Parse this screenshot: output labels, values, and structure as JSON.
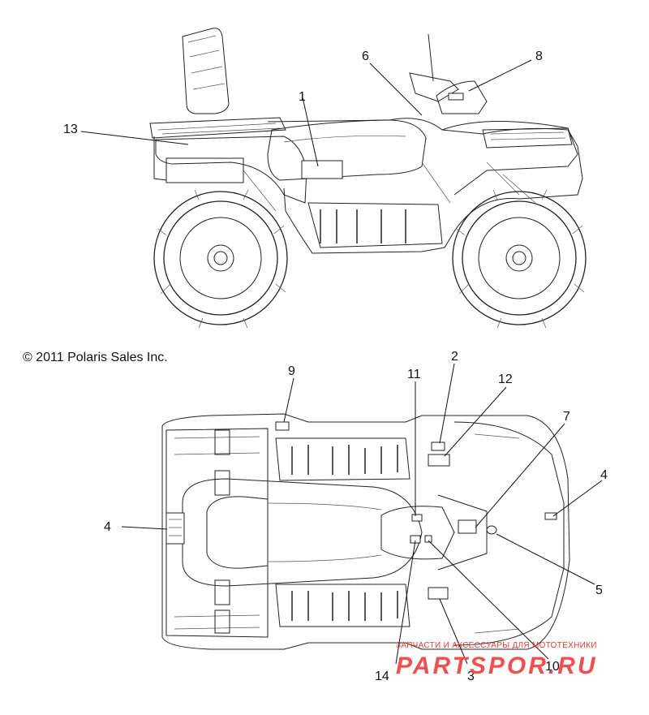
{
  "copyright": "© 2011 Polaris Sales Inc.",
  "callouts": {
    "c1": "1",
    "c2": "2",
    "c3": "3",
    "c4a": "4",
    "c4b": "4",
    "c5": "5",
    "c6": "6",
    "c7": "7",
    "c8": "8",
    "c9": "9",
    "c10": "10",
    "c11": "11",
    "c12": "12",
    "c13": "13",
    "c14": "14"
  },
  "watermark": {
    "tagline": "ЗАПЧАСТИ И АКСЕССУАРЫ ДЛЯ МОТОТЕХНИКИ",
    "brand": "PARTSPOR.RU",
    "color": "#f04848"
  }
}
